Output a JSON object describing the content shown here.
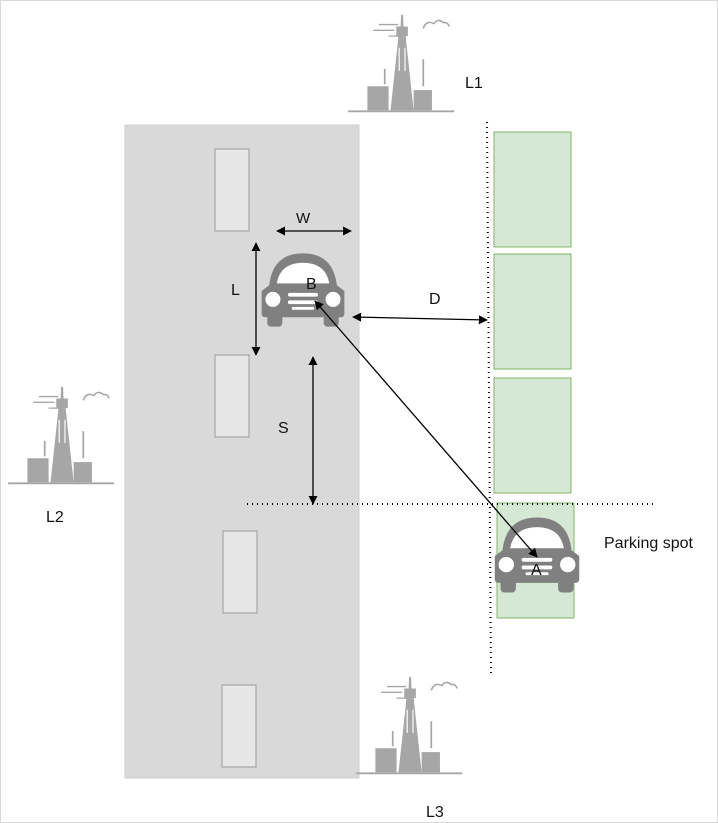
{
  "labels": {
    "landmark_1": "L1",
    "landmark_2": "L2",
    "landmark_3": "L3",
    "width": "W",
    "length": "L",
    "distance": "D",
    "spacing": "S",
    "point_a": "A",
    "point_b": "B",
    "parking_spot": "Parking spot"
  },
  "icons": {
    "car": "car-icon",
    "landmark": "tower-skyline-icon",
    "cloud": "cloud-icon"
  },
  "colors": {
    "road": "#d9d9d9",
    "lane_marking": "#e6e6e6",
    "parking_fill": "#d5e8d4",
    "parking_stroke": "#82b366",
    "car": "#808080",
    "landmark": "#a6a6a6",
    "arrow": "#000000"
  }
}
